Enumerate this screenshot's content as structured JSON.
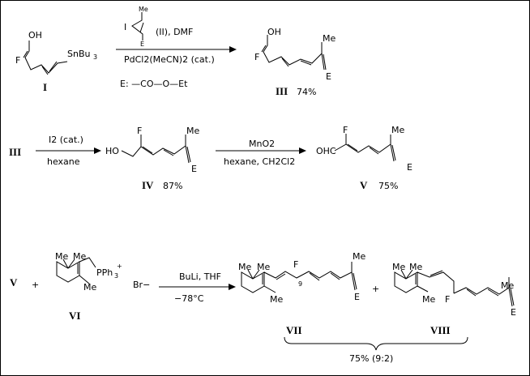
{
  "compound_labels": {
    "I": "I",
    "III": "III",
    "IV": "IV",
    "V": "V",
    "VI": "VI",
    "VII": "VII",
    "VIII": "VIII"
  },
  "yields": {
    "III": "74%",
    "IV": "87%",
    "V": "75%",
    "VII_VIII": "75% (9:2)"
  },
  "reagents": {
    "step1_top": "(II), DMF",
    "step1_bottom": "PdCl2(MeCN)2 (cat.)",
    "step1_iodide_I": "I",
    "step1_iodide_Me": "Me",
    "step1_iodide_E": "E",
    "legend_E": "E: —CO—O—Et",
    "step2_top": "I2 (cat.)",
    "step2_bottom": "hexane",
    "step3_top": "MnO2",
    "step3_bottom": "hexane, CH2Cl2",
    "step4_top": "BuLi, THF",
    "step4_bottom": "−78°C"
  },
  "atoms": {
    "OH": "OH",
    "HO": "HO",
    "F": "F",
    "Me": "Me",
    "E": "E",
    "SnBu": "SnBu",
    "sub3": "3",
    "OHC": "OHC",
    "PPh": "PPh",
    "plus_charge": "+",
    "Br": "Br−",
    "nine": "9",
    "plus": "+"
  },
  "row_labels": {
    "row2": "III",
    "row3": "V"
  }
}
